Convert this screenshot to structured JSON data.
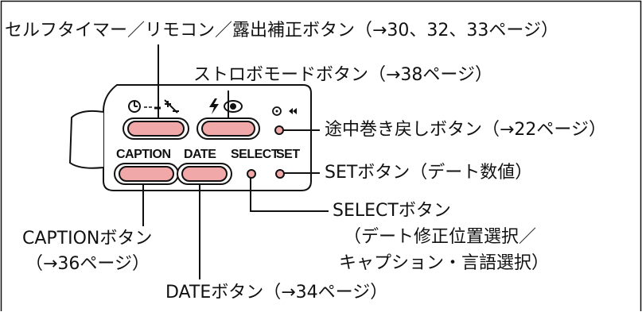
{
  "labels": {
    "selftimer": "セルフタイマー／リモコン／露出補正ボタン（→30、32、33ページ）",
    "strobo": "ストロボモードボタン（→38ページ）",
    "rewind": "途中巻き戻しボタン（→22ページ）",
    "set": "SETボタン（デート数値）",
    "select": [
      "SELECTボタン",
      "（デート修正位置選択／",
      "キャプション・言語選択）"
    ],
    "caption": [
      "CAPTIONボタン",
      "（→36ページ）"
    ],
    "date": "DATEボタン（→34ページ）"
  },
  "panel_labels": {
    "caption": "CAPTION",
    "date": "DATE",
    "select": "SELECT",
    "set": "SET"
  },
  "icons": [
    "selftimer-remote-exposure-icon",
    "flash-redeye-icon",
    "midroll-rewind-icon"
  ],
  "colors": {
    "ink": "#111111",
    "panel": "#ffffff",
    "highlight": "#f0a8a8",
    "button_fill": "#fbfbfb"
  }
}
